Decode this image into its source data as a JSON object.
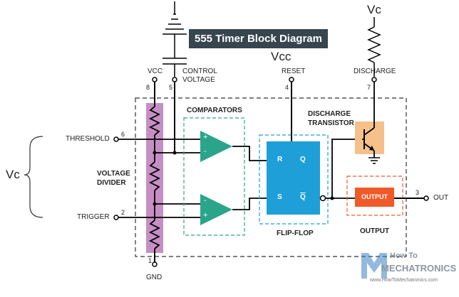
{
  "title": "555 Timer Block Diagram",
  "labels": {
    "vcc_pin": "VCC",
    "control_voltage": "CONTROL\nVOLTAGE",
    "reset": "RESET",
    "discharge": "DISCHARGE",
    "threshold": "THRESHOLD",
    "trigger": "TRIGGER",
    "gnd": "GND",
    "out": "OUT",
    "comparators": "COMPARATORS",
    "voltage_divider": "VOLTAGE\nDIVIDER",
    "discharge_transistor": "DISCHARGE\nTRANSISTOR",
    "flip_flop": "FLIP-FLOP",
    "output_block": "OUTPUT",
    "output_section": "OUTPUT",
    "vc_left": "Vc",
    "vc_top": "Vc",
    "vcc_big": "Vcc"
  },
  "pins": {
    "p1": "1",
    "p2": "2",
    "p3": "3",
    "p4": "4",
    "p5": "5",
    "p6": "6",
    "p7": "7",
    "p8": "8"
  },
  "flipflop_pins": {
    "r": "R",
    "s": "S",
    "q": "Q",
    "qbar": "Q"
  },
  "comparator_signs": {
    "plus": "+",
    "minus": "-"
  },
  "logo": {
    "line1": "How To",
    "line2": "MECHATRONICS",
    "url": "www.HowToMechatronics.com"
  },
  "colors": {
    "divider": "#c58fc4",
    "comparator": "#2aa58a",
    "flipflop": "#1e9fd8",
    "transistor": "#f5c08a",
    "output": "#f05a28",
    "title_bg": "#37454f"
  }
}
